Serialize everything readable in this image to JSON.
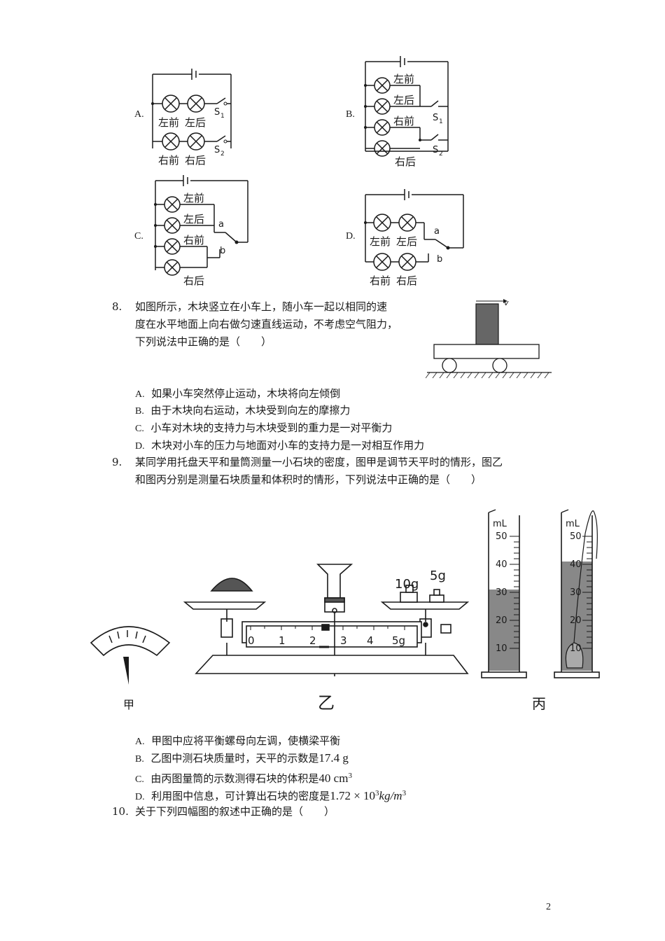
{
  "circuit_options": {
    "A": {
      "letter": "A.",
      "labels": [
        "左前",
        "左后",
        "右前",
        "右后"
      ],
      "switches": [
        "S",
        "1",
        "S",
        "2"
      ]
    },
    "B": {
      "letter": "B.",
      "labels": [
        "左前",
        "左后",
        "右前",
        "右后"
      ],
      "switches": [
        "S",
        "1",
        "S",
        "2"
      ]
    },
    "C": {
      "letter": "C.",
      "labels": [
        "左前",
        "左后",
        "右前",
        "右后"
      ],
      "switches": [
        "a",
        "b"
      ]
    },
    "D": {
      "letter": "D.",
      "labels": [
        "左前",
        "左后",
        "右前",
        "右后"
      ],
      "switches": [
        "a",
        "b"
      ]
    }
  },
  "q8": {
    "number": "8.",
    "lines": [
      "如图所示，木块竖立在小车上，随小车一起以相同的速",
      "度在水平地面上向右做匀速直线运动，不考虑空气阻力，",
      "下列说法中正确的是（　　）"
    ],
    "figure_label": "v",
    "options": [
      {
        "letter": "A.",
        "text": "如果小车突然停止运动，木块将向左倾倒"
      },
      {
        "letter": "B.",
        "text": "由于木块向右运动，木块受到向左的摩擦力"
      },
      {
        "letter": "C.",
        "text": "小车对木块的支持力与木块受到的重力是一对平衡力"
      },
      {
        "letter": "D.",
        "text": "木块对小车的压力与地面对小车的支持力是一对相互作用力"
      }
    ]
  },
  "q9": {
    "number": "9.",
    "lines": [
      "某同学用托盘天平和量筒测量一小石块的密度，图甲是调节天平时的情形，图乙",
      "和图丙分别是测量石块质量和体积时的情形，下列说法中正确的是（　　）"
    ],
    "figure": {
      "jia": "甲",
      "yi": "乙",
      "bing": "丙",
      "weights": [
        "10g",
        "5g"
      ],
      "scale_ticks": [
        "0",
        "1",
        "2",
        "3",
        "4",
        "5g"
      ],
      "cylinder_unit": "mL",
      "cylinder_ticks": [
        "50",
        "40",
        "30",
        "20",
        "10"
      ],
      "cylinder1_level": 30,
      "cylinder2_level": 40
    },
    "options": [
      {
        "letter": "A.",
        "text": "甲图中应将平衡螺母向左调，使横梁平衡",
        "math": "",
        "sup": ""
      },
      {
        "letter": "B.",
        "text": "乙图中测石块质量时，天平的示数是",
        "math": "17.4 g",
        "sup": ""
      },
      {
        "letter": "C.",
        "text": "由丙图量筒的示数测得石块的体积是",
        "math": "40 cm",
        "sup": "3"
      },
      {
        "letter": "D.",
        "text": "利用图中信息，可计算出石块的密度是",
        "math": "1.72 × 10",
        "sup": "3",
        "math2": "kg/m",
        "sup2": "3"
      }
    ]
  },
  "q10": {
    "number": "10.",
    "text": "关于下列四幅图的叙述中正确的是（　　）"
  },
  "page_number": "2"
}
